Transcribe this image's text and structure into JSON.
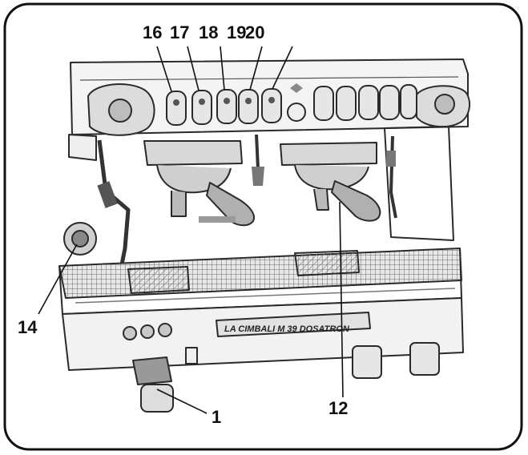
{
  "callouts": {
    "c16": "16",
    "c17": "17",
    "c18": "18",
    "c19": "19",
    "c20": "20",
    "c14": "14",
    "c1": "1",
    "c12": "12"
  },
  "machine_logo": "LA CIMBALI M 39 DOSATRON",
  "colors": {
    "line": "#2a2a2a",
    "shade": "#9a9a9a",
    "paper": "#ffffff"
  }
}
